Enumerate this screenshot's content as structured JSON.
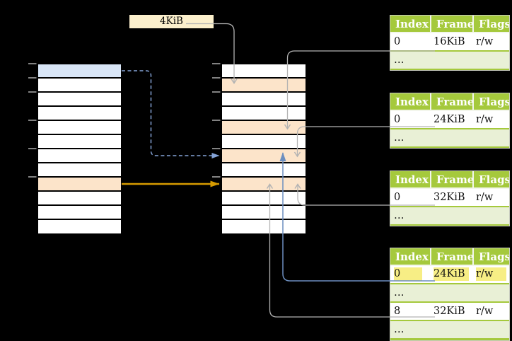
{
  "canvas": {
    "background": "#000000"
  },
  "frame_size_label": "4KiB",
  "memory_columns": {
    "left": {
      "rows": [
        "blue",
        "white",
        "white",
        "white",
        "white",
        "white",
        "white",
        "white",
        "orange",
        "white",
        "white",
        "white"
      ]
    },
    "middle": {
      "rows": [
        "white",
        "orange",
        "white",
        "white",
        "orange",
        "white",
        "orange",
        "white",
        "orange",
        "white",
        "white",
        "white"
      ]
    }
  },
  "page_tables": [
    {
      "id": "page-table-16kib",
      "headers": [
        "Index",
        "Frame",
        "Flags"
      ],
      "rows": [
        {
          "kind": "data",
          "highlight": false,
          "cells": [
            "0",
            "16KiB",
            "r/w"
          ]
        },
        {
          "kind": "ellipsis",
          "highlight": false,
          "cells": [
            "…",
            "",
            ""
          ]
        }
      ]
    },
    {
      "id": "page-table-24kib",
      "headers": [
        "Index",
        "Frame",
        "Flags"
      ],
      "rows": [
        {
          "kind": "data",
          "highlight": false,
          "cells": [
            "0",
            "24KiB",
            "r/w"
          ]
        },
        {
          "kind": "ellipsis",
          "highlight": false,
          "cells": [
            "…",
            "",
            ""
          ]
        }
      ]
    },
    {
      "id": "page-table-32kib",
      "headers": [
        "Index",
        "Frame",
        "Flags"
      ],
      "rows": [
        {
          "kind": "data",
          "highlight": false,
          "cells": [
            "0",
            "32KiB",
            "r/w"
          ]
        },
        {
          "kind": "ellipsis",
          "highlight": false,
          "cells": [
            "…",
            "",
            ""
          ]
        }
      ]
    },
    {
      "id": "page-table-bottom",
      "headers": [
        "Index",
        "Frame",
        "Flags"
      ],
      "rows": [
        {
          "kind": "data",
          "highlight": true,
          "cells": [
            "0",
            "24KiB",
            "r/w"
          ]
        },
        {
          "kind": "ellipsis",
          "highlight": false,
          "cells": [
            "…",
            "",
            ""
          ]
        },
        {
          "kind": "data",
          "highlight": false,
          "cells": [
            "8",
            "32KiB",
            "r/w"
          ]
        },
        {
          "kind": "ellipsis",
          "highlight": false,
          "cells": [
            "…",
            "",
            ""
          ]
        }
      ]
    }
  ],
  "colors": {
    "cell_blue": "#d9e6f7",
    "cell_orange": "#fce4ca",
    "cell_white": "#ffffff",
    "label_box": "#fbefcc",
    "table_header_green": "#a5c93c",
    "table_row_green": "#e9f0d6",
    "highlight_yellow": "#f7ee85",
    "connector_gray": "#b3b3b3",
    "connector_blue": "#6c8ebf",
    "connector_dashed_blue": "#85a4d8",
    "connector_orange": "#d79b00"
  }
}
